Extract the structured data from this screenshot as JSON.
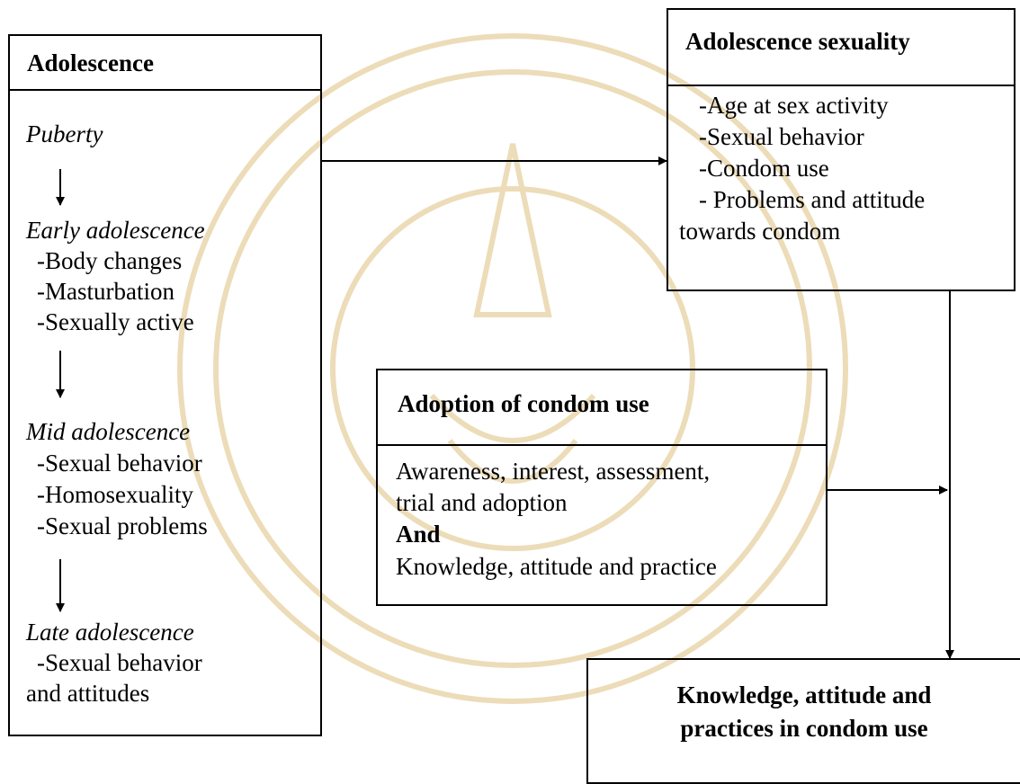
{
  "adolescence": {
    "title": "Adolescence",
    "stages": [
      {
        "label": "Puberty",
        "items": []
      },
      {
        "label": "Early adolescence",
        "items": [
          "-Body changes",
          "-Masturbation",
          "-Sexually active"
        ]
      },
      {
        "label": "Mid adolescence",
        "items": [
          "-Sexual behavior",
          "-Homosexuality",
          "-Sexual problems"
        ]
      },
      {
        "label": "Late adolescence",
        "items": [
          "-Sexual behavior",
          "and attitudes"
        ]
      }
    ]
  },
  "sexuality": {
    "title": "Adolescence sexuality",
    "items": [
      "-Age at sex activity",
      "-Sexual behavior",
      "-Condom use",
      "- Problems and attitude",
      "towards condom"
    ]
  },
  "adoption": {
    "title": "Adoption of condom use",
    "line1": "Awareness, interest, assessment,",
    "line2": "trial and adoption",
    "connector": "And",
    "line3": "Knowledge, attitude and practice"
  },
  "outcome": {
    "title_line1": "Knowledge, attitude and",
    "title_line2": "practices in condom use"
  },
  "colors": {
    "line": "#000000",
    "watermark": "#e9d8b4"
  }
}
